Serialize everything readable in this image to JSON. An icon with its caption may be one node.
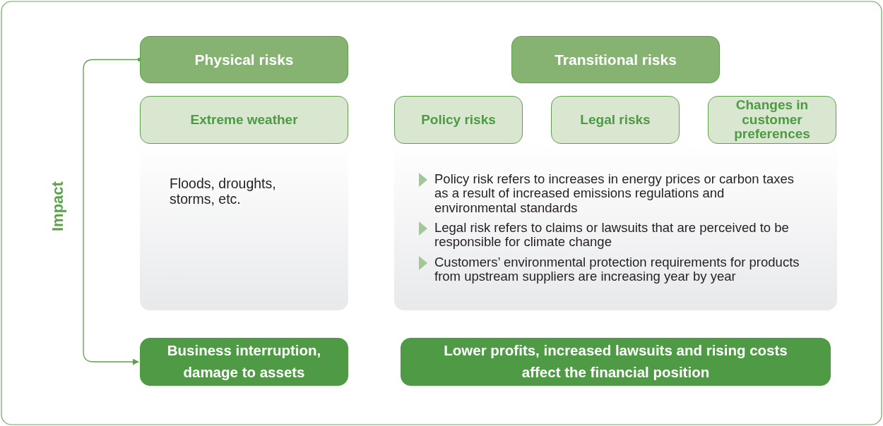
{
  "diagram": {
    "nodes": [
      {
        "text": [
          "Physical risks"
        ]
      },
      {
        "text": [
          "Transitional risks"
        ]
      },
      {
        "text": [
          "Extreme weather"
        ]
      },
      {
        "text": [
          "Policy risks"
        ]
      },
      {
        "text": [
          "Legal risks"
        ]
      },
      {
        "text": [
          "Changes in customer preferences"
        ]
      },
      {
        "text": [
          "Floods, droughts, storms, etc."
        ]
      },
      {
        "text": [
          "Policy risk refers to increases in energy prices or carbon taxes as a result of increased emissions regulations and environmental standards",
          "Legal risk refers to claims or lawsuits that are perceived to be responsible for climate change",
          "Customers’ environmental protection requirements for products from upstream suppliers are increasing year by year"
        ]
      },
      {
        "text": [
          "Business interruption, damage to assets"
        ]
      },
      {
        "text": [
          "Lower profits, increased lawsuits and rising costs affect the financial position"
        ]
      }
    ],
    "edges": [
      {
        "from": 0,
        "to": 8,
        "arrow": "to",
        "label": "Impact"
      }
    ]
  }
}
